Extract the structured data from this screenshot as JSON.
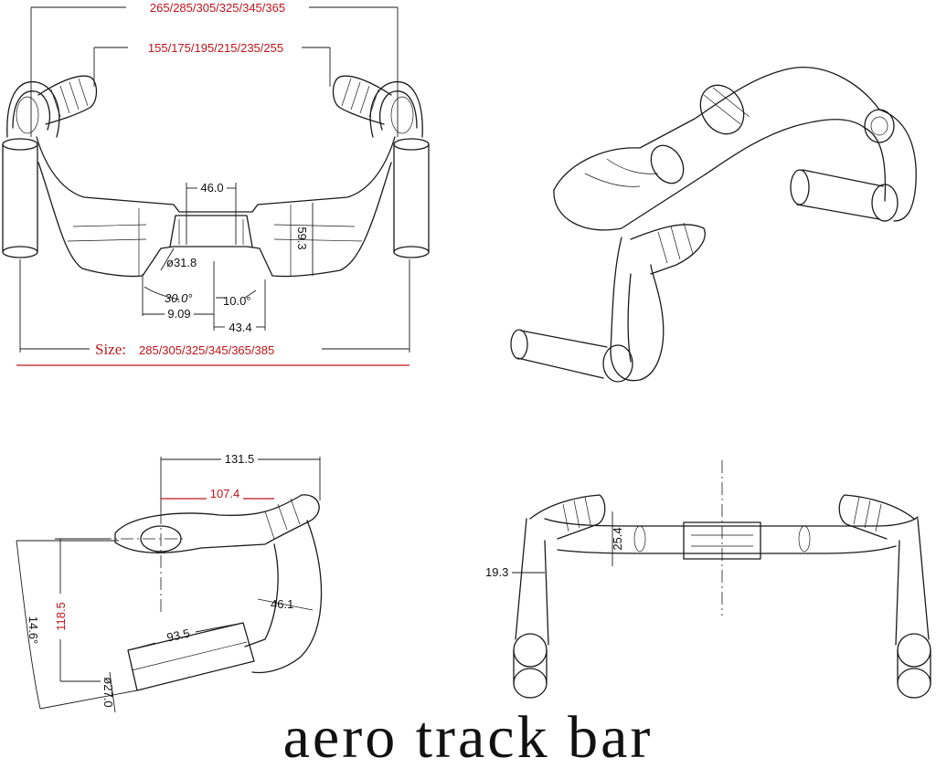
{
  "title": "aero track bar",
  "colors": {
    "line": "#1a1a1a",
    "accent": "#c0141b",
    "background": "#ffffff"
  },
  "views": {
    "front": {
      "overall_width": "265/285/305/325/345/365",
      "inner_width": "155/175/195/215/235/255",
      "clamp_width": "46.0",
      "clamp_diameter": "ø31.8",
      "bar_height": "59.3",
      "angle_1": "30.0°",
      "angle_2": "10.0°",
      "offset_1": "9.09",
      "offset_2": "43.4",
      "size_prefix": "Size:",
      "size_values": "285/305/325/345/365/385"
    },
    "side": {
      "reach_total": "131.5",
      "reach_inner": "107.4",
      "drop": "118.5",
      "angle": "14.6°",
      "extension": "93.5",
      "bend_radius": "46.1",
      "tube_diameter": "ø27.0"
    },
    "top": {
      "center_height": "25.4",
      "bend_offset": "19.3"
    }
  }
}
